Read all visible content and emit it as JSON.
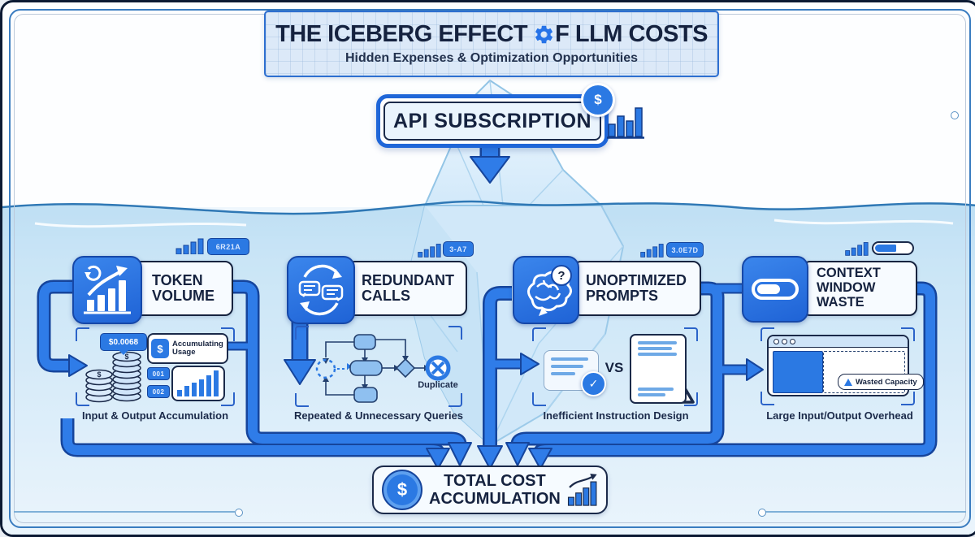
{
  "header": {
    "title_pre": "THE ICEBERG EFFECT",
    "title_post": "F LLM COSTS",
    "subtitle": "Hidden Expenses & Optimization Opportunities"
  },
  "surface": {
    "api_label": "API SUBSCRIPTION"
  },
  "cards": [
    {
      "title": "TOKEN VOLUME",
      "badge": "6R21A",
      "caption": "Input & Output Accumulation",
      "price_tag": "$0.0068",
      "usage_title": "Accumulating Usage",
      "pill_1": "001",
      "pill_2": "002"
    },
    {
      "title": "REDUNDANT CALLS",
      "badge": "3-A7",
      "caption": "Repeated & Unnecessary Queries",
      "duplicate_label": "Duplicate"
    },
    {
      "title": "UNOPTIMIZED PROMPTS",
      "badge": "3.0E7D",
      "caption": "Inefficient Instruction Design",
      "vs_label": "VS"
    },
    {
      "title": "CONTEXT WINDOW WASTE",
      "caption": "Large Input/Output Overhead",
      "wasted_label": "Wasted Capacity"
    }
  ],
  "footer": {
    "total_label": "TOTAL COST ACCUMULATION"
  },
  "glyphs": {
    "dollar": "$",
    "question": "?",
    "check": "✓"
  },
  "colors": {
    "primary_blue": "#2b79e3",
    "navy": "#16233f",
    "water": "#c9e4f6",
    "iceberg": "#ddeefb"
  }
}
